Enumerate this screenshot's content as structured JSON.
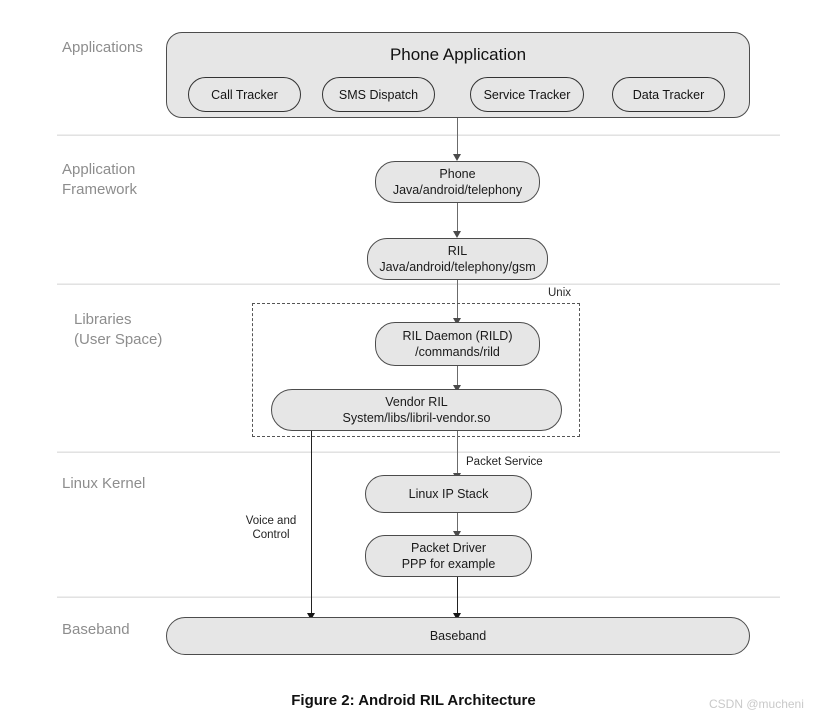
{
  "figure": {
    "caption": "Figure 2: Android RIL Architecture",
    "watermark": "CSDN @mucheni"
  },
  "layers": [
    {
      "id": "applications",
      "label": "Applications"
    },
    {
      "id": "application-framework",
      "label": "Application\nFramework"
    },
    {
      "id": "libraries",
      "label": "Libraries\n(User Space)"
    },
    {
      "id": "linux-kernel",
      "label": "Linux Kernel"
    },
    {
      "id": "baseband",
      "label": "Baseband"
    }
  ],
  "applications_layer": {
    "container_title": "Phone Application",
    "apps": [
      {
        "id": "call-tracker",
        "label": "Call Tracker"
      },
      {
        "id": "sms-dispatch",
        "label": "SMS Dispatch"
      },
      {
        "id": "service-tracker",
        "label": "Service Tracker"
      },
      {
        "id": "data-tracker",
        "label": "Data Tracker"
      }
    ]
  },
  "framework_layer": {
    "phone": {
      "line1": "Phone",
      "line2": "Java/android/telephony"
    },
    "ril": {
      "line1": "RIL",
      "line2": "Java/android/telephony/gsm"
    }
  },
  "libraries_layer": {
    "region_label": "Unix",
    "rild": {
      "line1": "RIL Daemon (RILD)",
      "line2": "/commands/rild"
    },
    "vendor_ril": {
      "line1": "Vendor RIL",
      "line2": "System/libs/libril-vendor.so"
    }
  },
  "kernel_layer": {
    "ip_stack": {
      "line1": "Linux IP Stack",
      "line2": ""
    },
    "packet_driver": {
      "line1": "Packet Driver",
      "line2": "PPP for example"
    }
  },
  "baseband_layer": {
    "baseband": {
      "line1": "Baseband",
      "line2": ""
    }
  },
  "edge_labels": {
    "packet_service": "Packet Service",
    "voice_and_control": "Voice and\nControl"
  },
  "colors": {
    "node_fill": "#e6e6e6",
    "node_stroke": "#4c4c4c",
    "divider": "#e2e2e2",
    "layer_label": "#8d8d8d",
    "watermark": "#c9c9c9"
  }
}
